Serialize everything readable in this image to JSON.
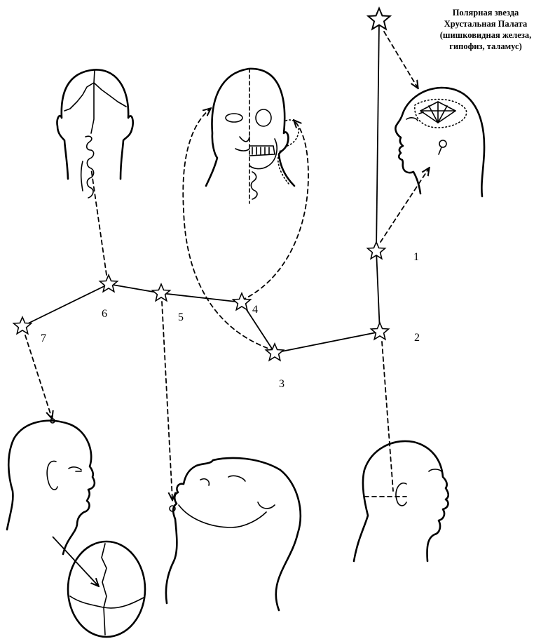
{
  "title_lines": [
    "Полярная звезда",
    "Хрустальная Палата",
    "(шишковидная железа,",
    "гипофиз, таламус)"
  ],
  "star_labels": [
    "1",
    "2",
    "3",
    "4",
    "5",
    "6",
    "7"
  ]
}
